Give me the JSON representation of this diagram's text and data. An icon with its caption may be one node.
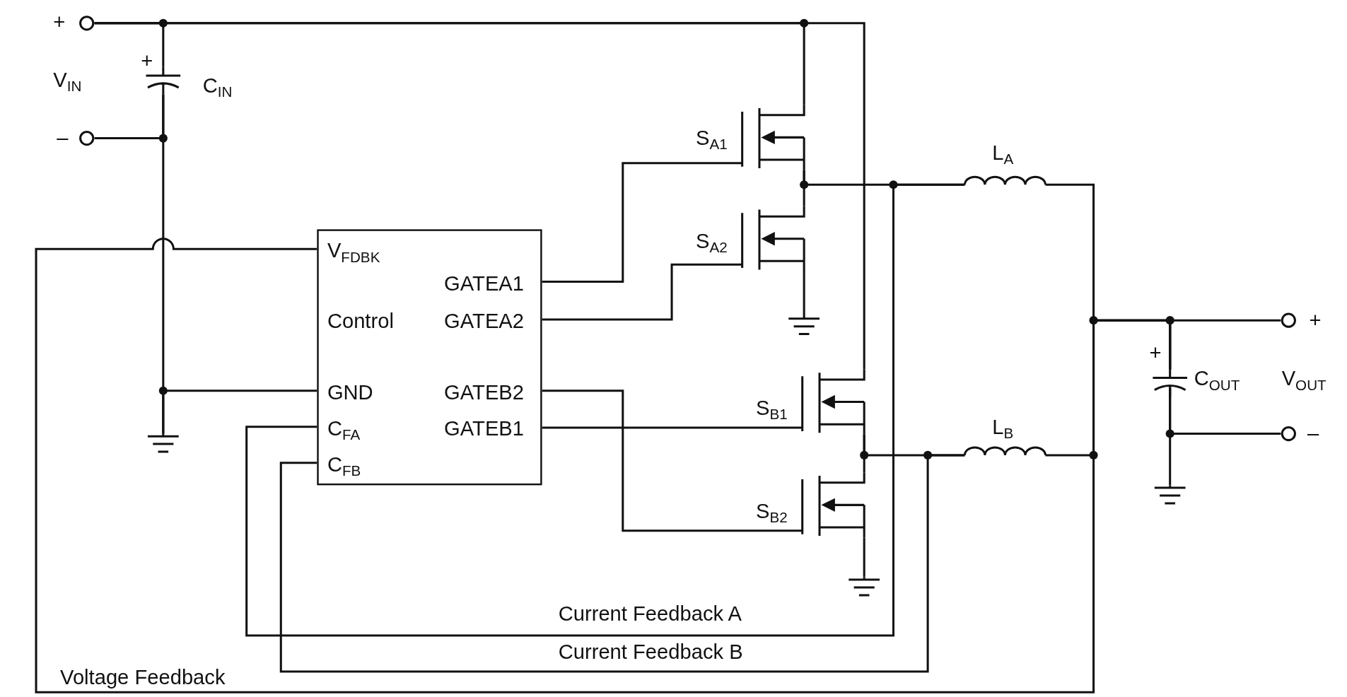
{
  "diagram": {
    "nodes": [
      {
        "text": [
          "V$_{FDBK}$",
          "GATEA1",
          "Control",
          "GATEA2",
          "GND",
          "GATEB2",
          "C$_{FA}$",
          "GATEB1",
          "C$_{FB}$"
        ]
      },
      {
        "text": [],
        "shape": "circle",
        "beside": [
          "+"
        ]
      },
      {
        "text": [],
        "shape": "circle",
        "beside": [
          "–"
        ]
      },
      {
        "text": [],
        "shape": "capacitor",
        "beside": [
          "+",
          "C$_{IN}$"
        ]
      },
      {
        "text": [],
        "shape": "ground"
      },
      {
        "text": [],
        "shape": "transistor",
        "beside": [
          "S$_{A1}$"
        ]
      },
      {
        "text": [],
        "shape": "transistor",
        "beside": [
          "S$_{A2}$"
        ]
      },
      {
        "text": [],
        "shape": "ground"
      },
      {
        "text": [],
        "shape": "transistor",
        "beside": [
          "S$_{B1}$"
        ]
      },
      {
        "text": [],
        "shape": "transistor",
        "beside": [
          "S$_{B2}$"
        ]
      },
      {
        "text": [],
        "shape": "ground"
      },
      {
        "text": [],
        "shape": "inductor",
        "beside": [
          "L$_{A}$"
        ]
      },
      {
        "text": [],
        "shape": "inductor",
        "beside": [
          "L$_{B}$"
        ]
      },
      {
        "text": [],
        "shape": "capacitor",
        "beside": [
          "+",
          "C$_{OUT}$"
        ]
      },
      {
        "text": [],
        "shape": "ground"
      },
      {
        "text": [],
        "shape": "circle",
        "beside": [
          "+"
        ]
      },
      {
        "text": [],
        "shape": "circle",
        "beside": [
          "–"
        ]
      }
    ],
    "edges": [
      {
        "from": 1,
        "to": 3,
        "arrow": "none"
      },
      {
        "from": 1,
        "to": 5,
        "arrow": "none"
      },
      {
        "from": 1,
        "to": 8,
        "arrow": "none"
      },
      {
        "from": 2,
        "to": 3,
        "arrow": "none"
      },
      {
        "from": 3,
        "to": 4,
        "arrow": "none"
      },
      {
        "from": 0,
        "to": 4,
        "arrow": "none"
      },
      {
        "from": 0,
        "to": 5,
        "arrow": "none"
      },
      {
        "from": 0,
        "to": 6,
        "arrow": "none"
      },
      {
        "from": 0,
        "to": 9,
        "arrow": "none"
      },
      {
        "from": 0,
        "to": 8,
        "arrow": "none"
      },
      {
        "from": 5,
        "to": 6,
        "arrow": "none"
      },
      {
        "from": 6,
        "to": 7,
        "arrow": "none"
      },
      {
        "from": 5,
        "to": 11,
        "arrow": "none"
      },
      {
        "from": 8,
        "to": 9,
        "arrow": "none"
      },
      {
        "from": 9,
        "to": 10,
        "arrow": "none"
      },
      {
        "from": 8,
        "to": 12,
        "arrow": "none"
      },
      {
        "from": 11,
        "to": 13,
        "arrow": "none"
      },
      {
        "from": 12,
        "to": 13,
        "arrow": "none"
      },
      {
        "from": 13,
        "to": 15,
        "arrow": "none"
      },
      {
        "from": 13,
        "to": 16,
        "arrow": "none"
      },
      {
        "from": 13,
        "to": 14,
        "arrow": "none"
      },
      {
        "from": 11,
        "to": 0,
        "arrow": "none",
        "label": "Current Feedback A"
      },
      {
        "from": 12,
        "to": 0,
        "arrow": "none",
        "label": "Current Feedback B"
      },
      {
        "from": 13,
        "to": 0,
        "arrow": "none",
        "label": "Voltage Feedback"
      }
    ],
    "labels": [
      "V$_{IN}$",
      "V$_{OUT}$"
    ]
  }
}
